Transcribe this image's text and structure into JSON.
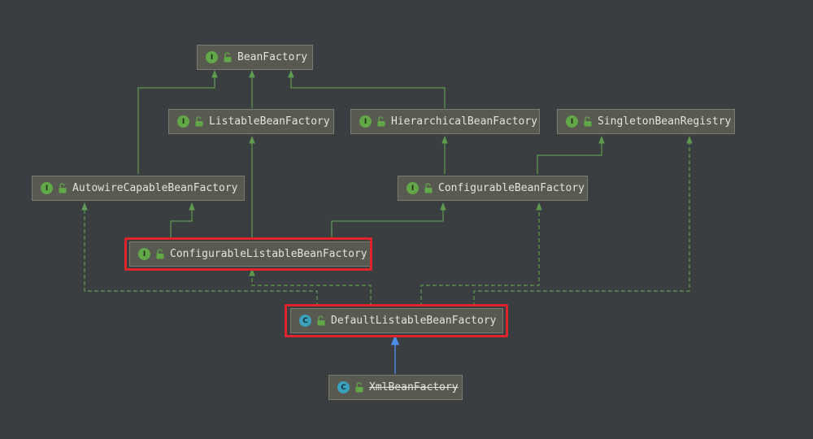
{
  "colors": {
    "background": "#3b3e40",
    "interface_edge": "#5e9a4f",
    "class_edge": "#4f8ee8",
    "highlight": "#e0242c",
    "interface_badge": "#62a848",
    "class_badge": "#3aa0bc"
  },
  "legend_icons": {
    "interface_badge": "I",
    "class_badge": "C",
    "access_icon": "lock-open-icon"
  },
  "nodes": {
    "bean_factory": {
      "label": "BeanFactory",
      "kind": "interface"
    },
    "listable_bean_factory": {
      "label": "ListableBeanFactory",
      "kind": "interface"
    },
    "hierarchical_bean_factory": {
      "label": "HierarchicalBeanFactory",
      "kind": "interface"
    },
    "singleton_bean_registry": {
      "label": "SingletonBeanRegistry",
      "kind": "interface"
    },
    "autowire_capable_bean_factory": {
      "label": "AutowireCapableBeanFactory",
      "kind": "interface"
    },
    "configurable_bean_factory": {
      "label": "ConfigurableBeanFactory",
      "kind": "interface"
    },
    "configurable_listable_bean_factory": {
      "label": "ConfigurableListableBeanFactory",
      "kind": "interface",
      "highlighted": true
    },
    "default_listable_bean_factory": {
      "label": "DefaultListableBeanFactory",
      "kind": "class",
      "highlighted": true
    },
    "xml_bean_factory": {
      "label": "XmlBeanFactory",
      "kind": "class",
      "deprecated": true
    }
  },
  "edges": [
    {
      "from": "listable_bean_factory",
      "to": "bean_factory",
      "type": "extends"
    },
    {
      "from": "hierarchical_bean_factory",
      "to": "bean_factory",
      "type": "extends"
    },
    {
      "from": "autowire_capable_bean_factory",
      "to": "bean_factory",
      "type": "extends"
    },
    {
      "from": "configurable_bean_factory",
      "to": "hierarchical_bean_factory",
      "type": "extends"
    },
    {
      "from": "configurable_bean_factory",
      "to": "singleton_bean_registry",
      "type": "extends"
    },
    {
      "from": "configurable_listable_bean_factory",
      "to": "listable_bean_factory",
      "type": "extends"
    },
    {
      "from": "configurable_listable_bean_factory",
      "to": "autowire_capable_bean_factory",
      "type": "extends"
    },
    {
      "from": "configurable_listable_bean_factory",
      "to": "configurable_bean_factory",
      "type": "extends"
    },
    {
      "from": "default_listable_bean_factory",
      "to": "configurable_listable_bean_factory",
      "type": "implements"
    },
    {
      "from": "default_listable_bean_factory",
      "to": "autowire_capable_bean_factory",
      "type": "implements"
    },
    {
      "from": "default_listable_bean_factory",
      "to": "configurable_bean_factory",
      "type": "implements"
    },
    {
      "from": "default_listable_bean_factory",
      "to": "singleton_bean_registry",
      "type": "implements"
    },
    {
      "from": "xml_bean_factory",
      "to": "default_listable_bean_factory",
      "type": "class-extends"
    }
  ]
}
